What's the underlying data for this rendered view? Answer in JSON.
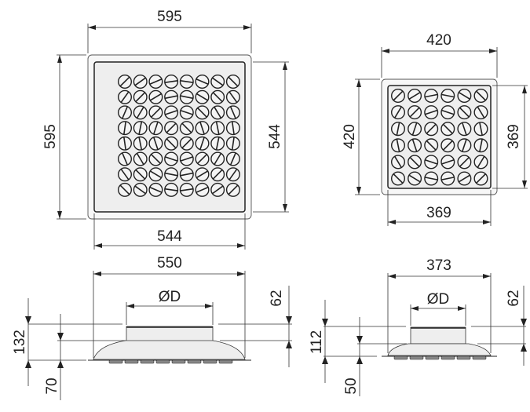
{
  "large_top_view": {
    "width_overall": "595",
    "height_overall": "595",
    "inner_width": "544",
    "inner_height": "544",
    "grid": {
      "rows": 8,
      "cols": 8
    }
  },
  "small_top_view": {
    "width_overall": "420",
    "height_overall": "420",
    "inner_width": "369",
    "inner_height": "369",
    "grid": {
      "rows": 6,
      "cols": 6
    }
  },
  "large_side_view": {
    "width": "550",
    "diameter": "ØD",
    "neck_height": "62",
    "total_height": "132",
    "body_height": "70"
  },
  "small_side_view": {
    "width": "373",
    "diameter": "ØD",
    "neck_height": "62",
    "total_height": "112",
    "body_height": "50"
  },
  "colors": {
    "line": "#333333",
    "fill": "#eeeeee",
    "panel": "#f5f5f5"
  }
}
